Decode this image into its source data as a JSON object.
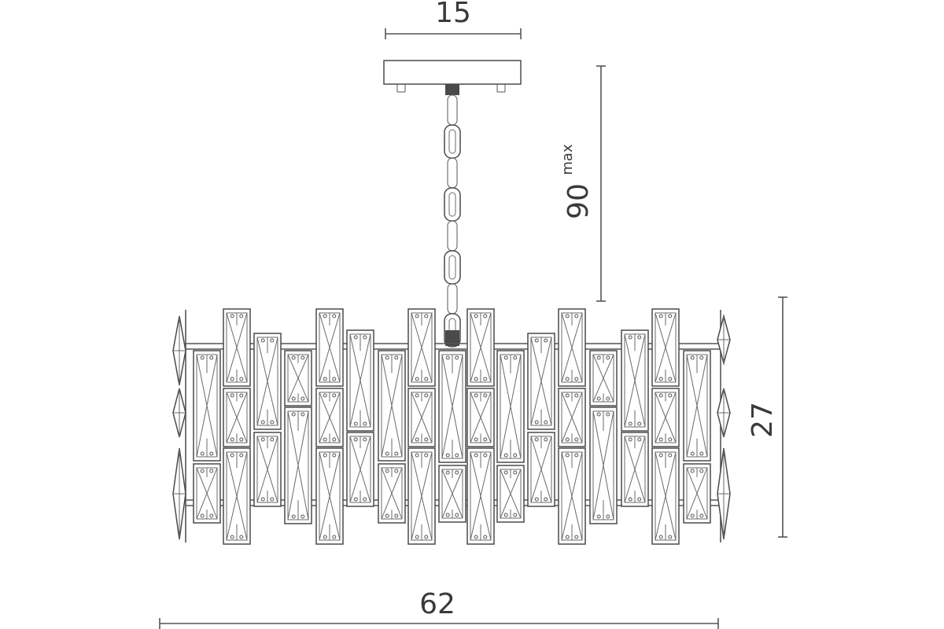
{
  "dimensions": {
    "canopy_width": "15",
    "chain_length": "90",
    "chain_length_suffix": "max",
    "body_height": "27",
    "body_width": "62"
  }
}
